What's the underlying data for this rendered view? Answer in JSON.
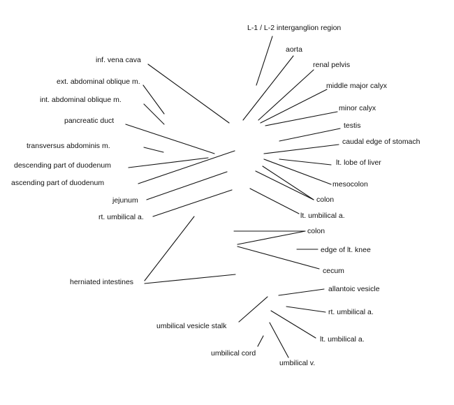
{
  "labels": {
    "l1_l2": "L-1 / L-2 interganglion region",
    "aorta": "aorta",
    "renal_pelvis": "renal pelvis",
    "middle_major_calyx": "middle major calyx",
    "minor_calyx": "minor calyx",
    "testis": "testis",
    "caudal_edge_stomach": "caudal edge of stomach",
    "lt_lobe_liver": "lt. lobe of liver",
    "mesocolon": "mesocolon",
    "colon_upper": "colon",
    "lt_umbilical_a_upper": "lt. umbilical a.",
    "inf_vena_cava": "inf. vena cava",
    "ext_abdominal_oblique": "ext. abdominal oblique m.",
    "int_abdominal_oblique": "int. abdominal oblique m.",
    "pancreatic_duct": "pancreatic duct",
    "transversus_abdominis": "transversus abdominis m.",
    "descending_duodenum": "descending part of duodenum",
    "ascending_duodenum": "ascending part of duodenum",
    "jejunum": "jejunum",
    "rt_umbilical_a_upper": "rt. umbilical a.",
    "colon_lower": "colon",
    "edge_lt_knee": "edge of lt. knee",
    "cecum": "cecum",
    "herniated_intestines": "herniated intestines",
    "allantoic_vesicle": "allantoic vesicle",
    "rt_umbilical_a_lower": "rt. umbilical a.",
    "lt_umbilical_a_lower": "lt. umbilical a.",
    "umbilical_vesicle_stalk": "umbilical vesicle stalk",
    "umbilical_cord": "umbilical cord",
    "umbilical_v": "umbilical v."
  },
  "line_color": "#111111",
  "text_color": "#111111"
}
